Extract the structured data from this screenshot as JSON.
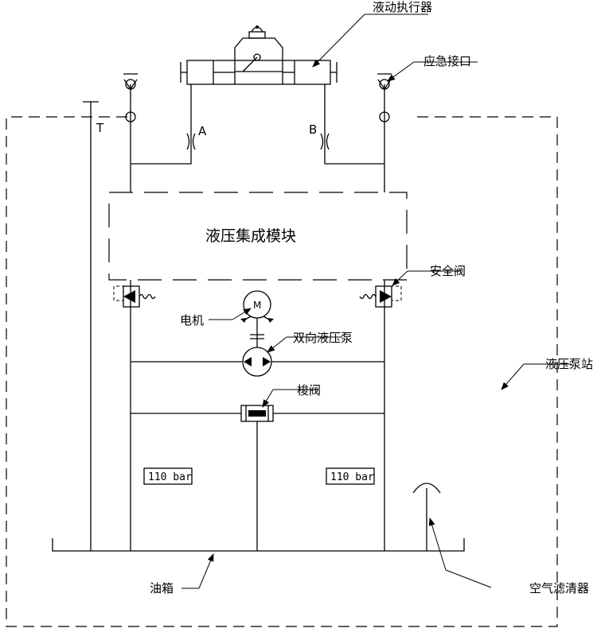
{
  "labels": {
    "actuator": "液动执行器",
    "emergency_port": "应急接口",
    "port_t": "T",
    "port_a": "A",
    "port_b": "B",
    "manifold": "液压集成模块",
    "motor": "电机",
    "motor_symbol": "M",
    "pump": "双向液压泵",
    "shuttle_valve": "梭阀",
    "safety_valve": "安全阀",
    "pressure_left": "110  bar",
    "pressure_right": "110  bar",
    "power_unit": "液压泵站",
    "tank": "油箱",
    "air_filter": "空气滤清器"
  }
}
